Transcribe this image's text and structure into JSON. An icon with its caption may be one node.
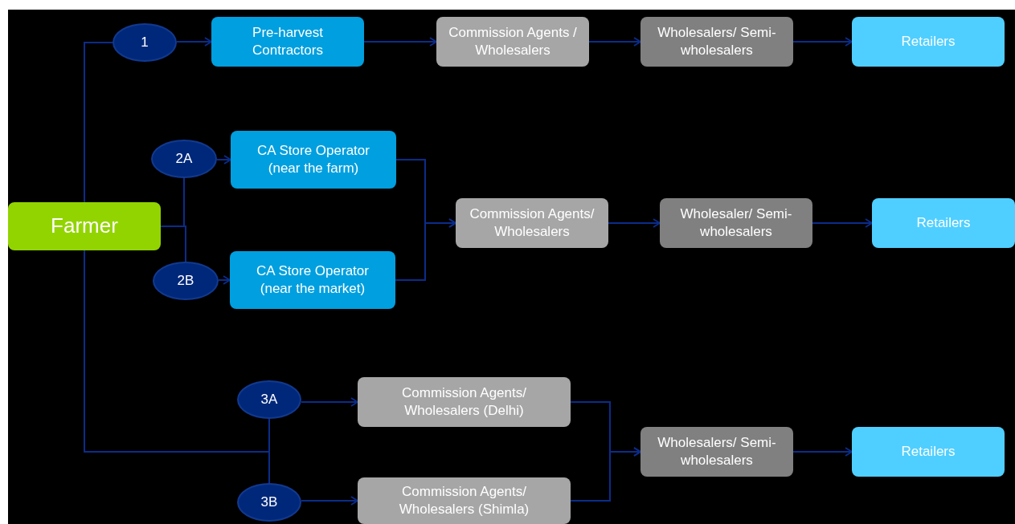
{
  "diagram": {
    "nodes": [
      {
        "text": [
          "Farmer"
        ]
      },
      {
        "text": [
          "1"
        ]
      },
      {
        "text": [
          "Pre-harvest Contractors"
        ]
      },
      {
        "text": [
          "Commission Agents / Wholesalers"
        ]
      },
      {
        "text": [
          "Wholesalers/ Semi-wholesalers"
        ]
      },
      {
        "text": [
          "Retailers"
        ]
      },
      {
        "text": [
          "2A"
        ]
      },
      {
        "text": [
          "CA Store Operator (near the farm)"
        ]
      },
      {
        "text": [
          "2B"
        ]
      },
      {
        "text": [
          "CA Store Operator (near the market)"
        ]
      },
      {
        "text": [
          "Commission Agents/ Wholesalers"
        ]
      },
      {
        "text": [
          "Wholesaler/ Semi-wholesalers"
        ]
      },
      {
        "text": [
          "Retailers"
        ]
      },
      {
        "text": [
          "3A"
        ]
      },
      {
        "text": [
          "Commission Agents/ Wholesalers (Delhi)"
        ]
      },
      {
        "text": [
          "3B"
        ]
      },
      {
        "text": [
          "Commission Agents/ Wholesalers (Shimla)"
        ]
      },
      {
        "text": [
          "Wholesalers/ Semi-wholesalers"
        ]
      },
      {
        "text": [
          "Retailers"
        ]
      }
    ],
    "edges": [
      {
        "from": 0,
        "to": 1,
        "arrow": "none"
      },
      {
        "from": 1,
        "to": 2,
        "arrow": "to"
      },
      {
        "from": 2,
        "to": 3,
        "arrow": "to"
      },
      {
        "from": 3,
        "to": 4,
        "arrow": "to"
      },
      {
        "from": 4,
        "to": 5,
        "arrow": "to"
      },
      {
        "from": 0,
        "to": 6,
        "arrow": "none"
      },
      {
        "from": 0,
        "to": 8,
        "arrow": "none"
      },
      {
        "from": 6,
        "to": 7,
        "arrow": "to"
      },
      {
        "from": 8,
        "to": 9,
        "arrow": "to"
      },
      {
        "from": 7,
        "to": 10,
        "arrow": "to"
      },
      {
        "from": 9,
        "to": 10,
        "arrow": "to"
      },
      {
        "from": 10,
        "to": 11,
        "arrow": "to"
      },
      {
        "from": 11,
        "to": 12,
        "arrow": "to"
      },
      {
        "from": 0,
        "to": 13,
        "arrow": "none"
      },
      {
        "from": 0,
        "to": 15,
        "arrow": "none"
      },
      {
        "from": 13,
        "to": 14,
        "arrow": "to"
      },
      {
        "from": 15,
        "to": 16,
        "arrow": "to"
      },
      {
        "from": 14,
        "to": 17,
        "arrow": "to"
      },
      {
        "from": 16,
        "to": 17,
        "arrow": "to"
      },
      {
        "from": 17,
        "to": 18,
        "arrow": "to"
      }
    ]
  }
}
